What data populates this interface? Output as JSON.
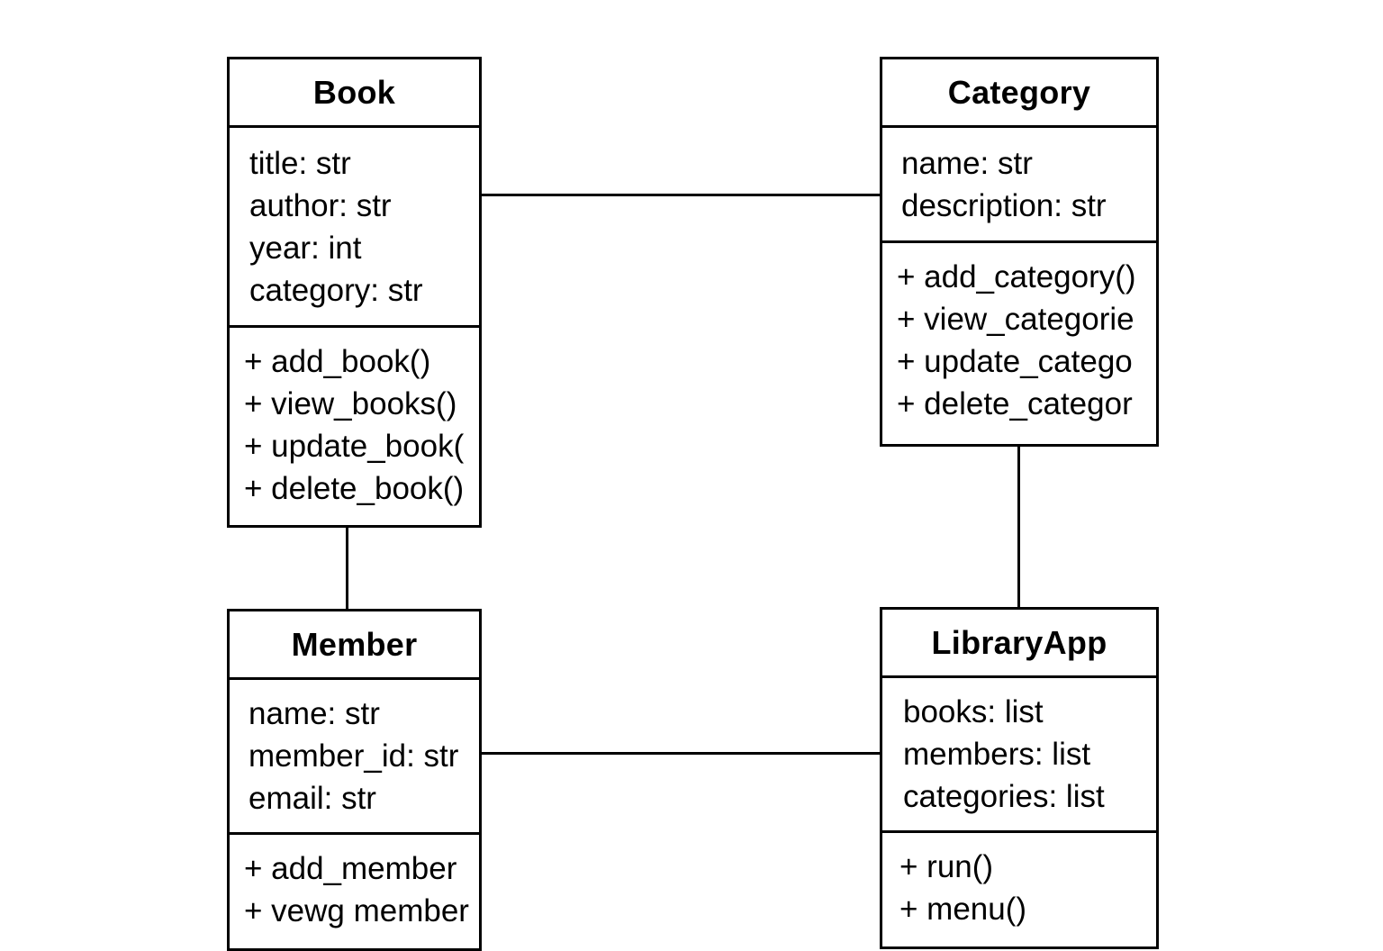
{
  "classes": {
    "book": {
      "name": "Book",
      "attributes": [
        "title: str",
        "author: str",
        "year: int",
        "category: str"
      ],
      "methods": [
        "+ add_book()",
        "+ view_books()",
        "+ update_book(",
        "+ delete_book()"
      ]
    },
    "category": {
      "name": "Category",
      "attributes": [
        "name: str",
        "description: str"
      ],
      "methods": [
        "+ add_category()",
        "+ view_categorie",
        "+ update_catego",
        "+ delete_categor"
      ]
    },
    "member": {
      "name": "Member",
      "attributes": [
        "name: str",
        "member_id: str",
        "email: str"
      ],
      "methods": [
        "+ add_member",
        "+ vewg member"
      ]
    },
    "libraryapp": {
      "name": "LibraryApp",
      "attributes": [
        "books: list",
        "members: list",
        "categories: list"
      ],
      "methods": [
        "+ run()",
        "+ menu()"
      ]
    }
  },
  "associations": [
    {
      "from": "Book",
      "to": "Category"
    },
    {
      "from": "Book",
      "to": "Member"
    },
    {
      "from": "Category",
      "to": "LibraryApp"
    },
    {
      "from": "Member",
      "to": "LibraryApp"
    }
  ],
  "colors": {
    "line": "#000000",
    "background": "#ffffff"
  }
}
